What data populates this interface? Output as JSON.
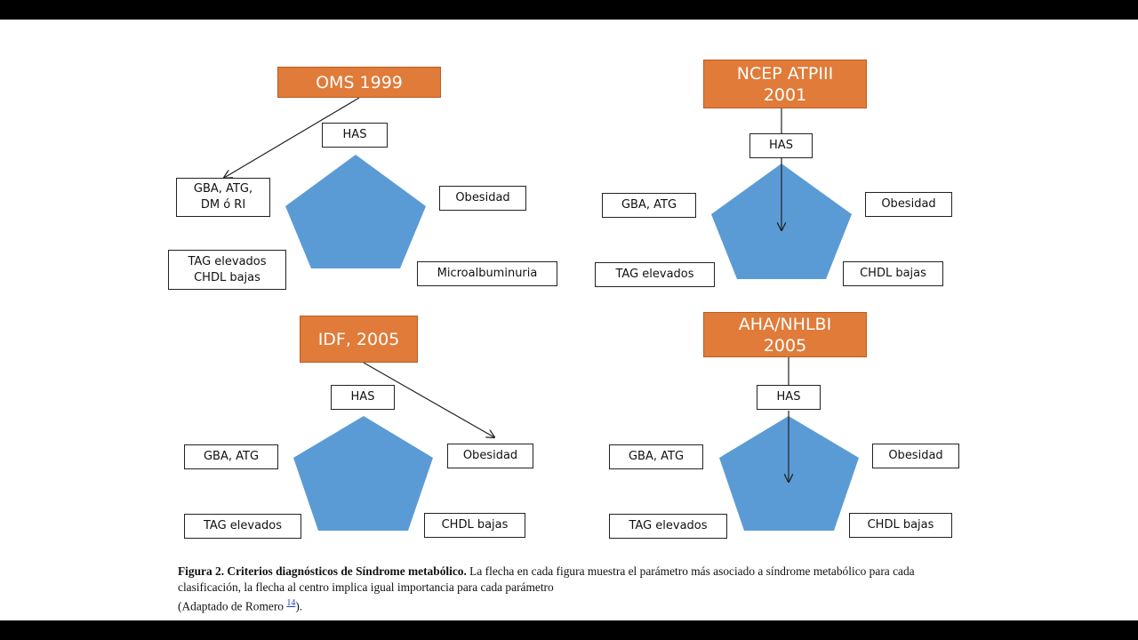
{
  "colors": {
    "title_fill": "#e07b39",
    "pentagon_fill": "#5b9bd5",
    "arrow": "#222222"
  },
  "panels": {
    "oms": {
      "title": "OMS 1999",
      "has": "HAS",
      "left_top": "GBA, ATG,\nDM ó RI",
      "left_bottom": "TAG elevados\nCHDL bajas",
      "right_top": "Obesidad",
      "right_bottom": "Microalbuminuria"
    },
    "ncep": {
      "title": "NCEP ATPIII\n2001",
      "has": "HAS",
      "left_top": "GBA, ATG",
      "left_bottom": "TAG elevados",
      "right_top": "Obesidad",
      "right_bottom": "CHDL bajas"
    },
    "idf": {
      "title": "IDF, 2005",
      "has": "HAS",
      "left_top": "GBA, ATG",
      "left_bottom": "TAG elevados",
      "right_top": "Obesidad",
      "right_bottom": "CHDL bajas"
    },
    "aha": {
      "title": "AHA/NHLBI\n2005",
      "has": "HAS",
      "left_top": "GBA, ATG",
      "left_bottom": "TAG elevados",
      "right_top": "Obesidad",
      "right_bottom": "CHDL bajas"
    }
  },
  "caption": {
    "bold": "Figura 2. Criterios diagnósticos de Síndrome metabólico.",
    "text": " La flecha  en cada figura  muestra  el parámetro más asociado a síndrome metabólico  para cada clasificación,  la flecha  al centro implica  igual  importancia  para cada parámetro",
    "source_prefix": "(Adaptado de Romero ",
    "ref": "14",
    "source_suffix": ")."
  }
}
